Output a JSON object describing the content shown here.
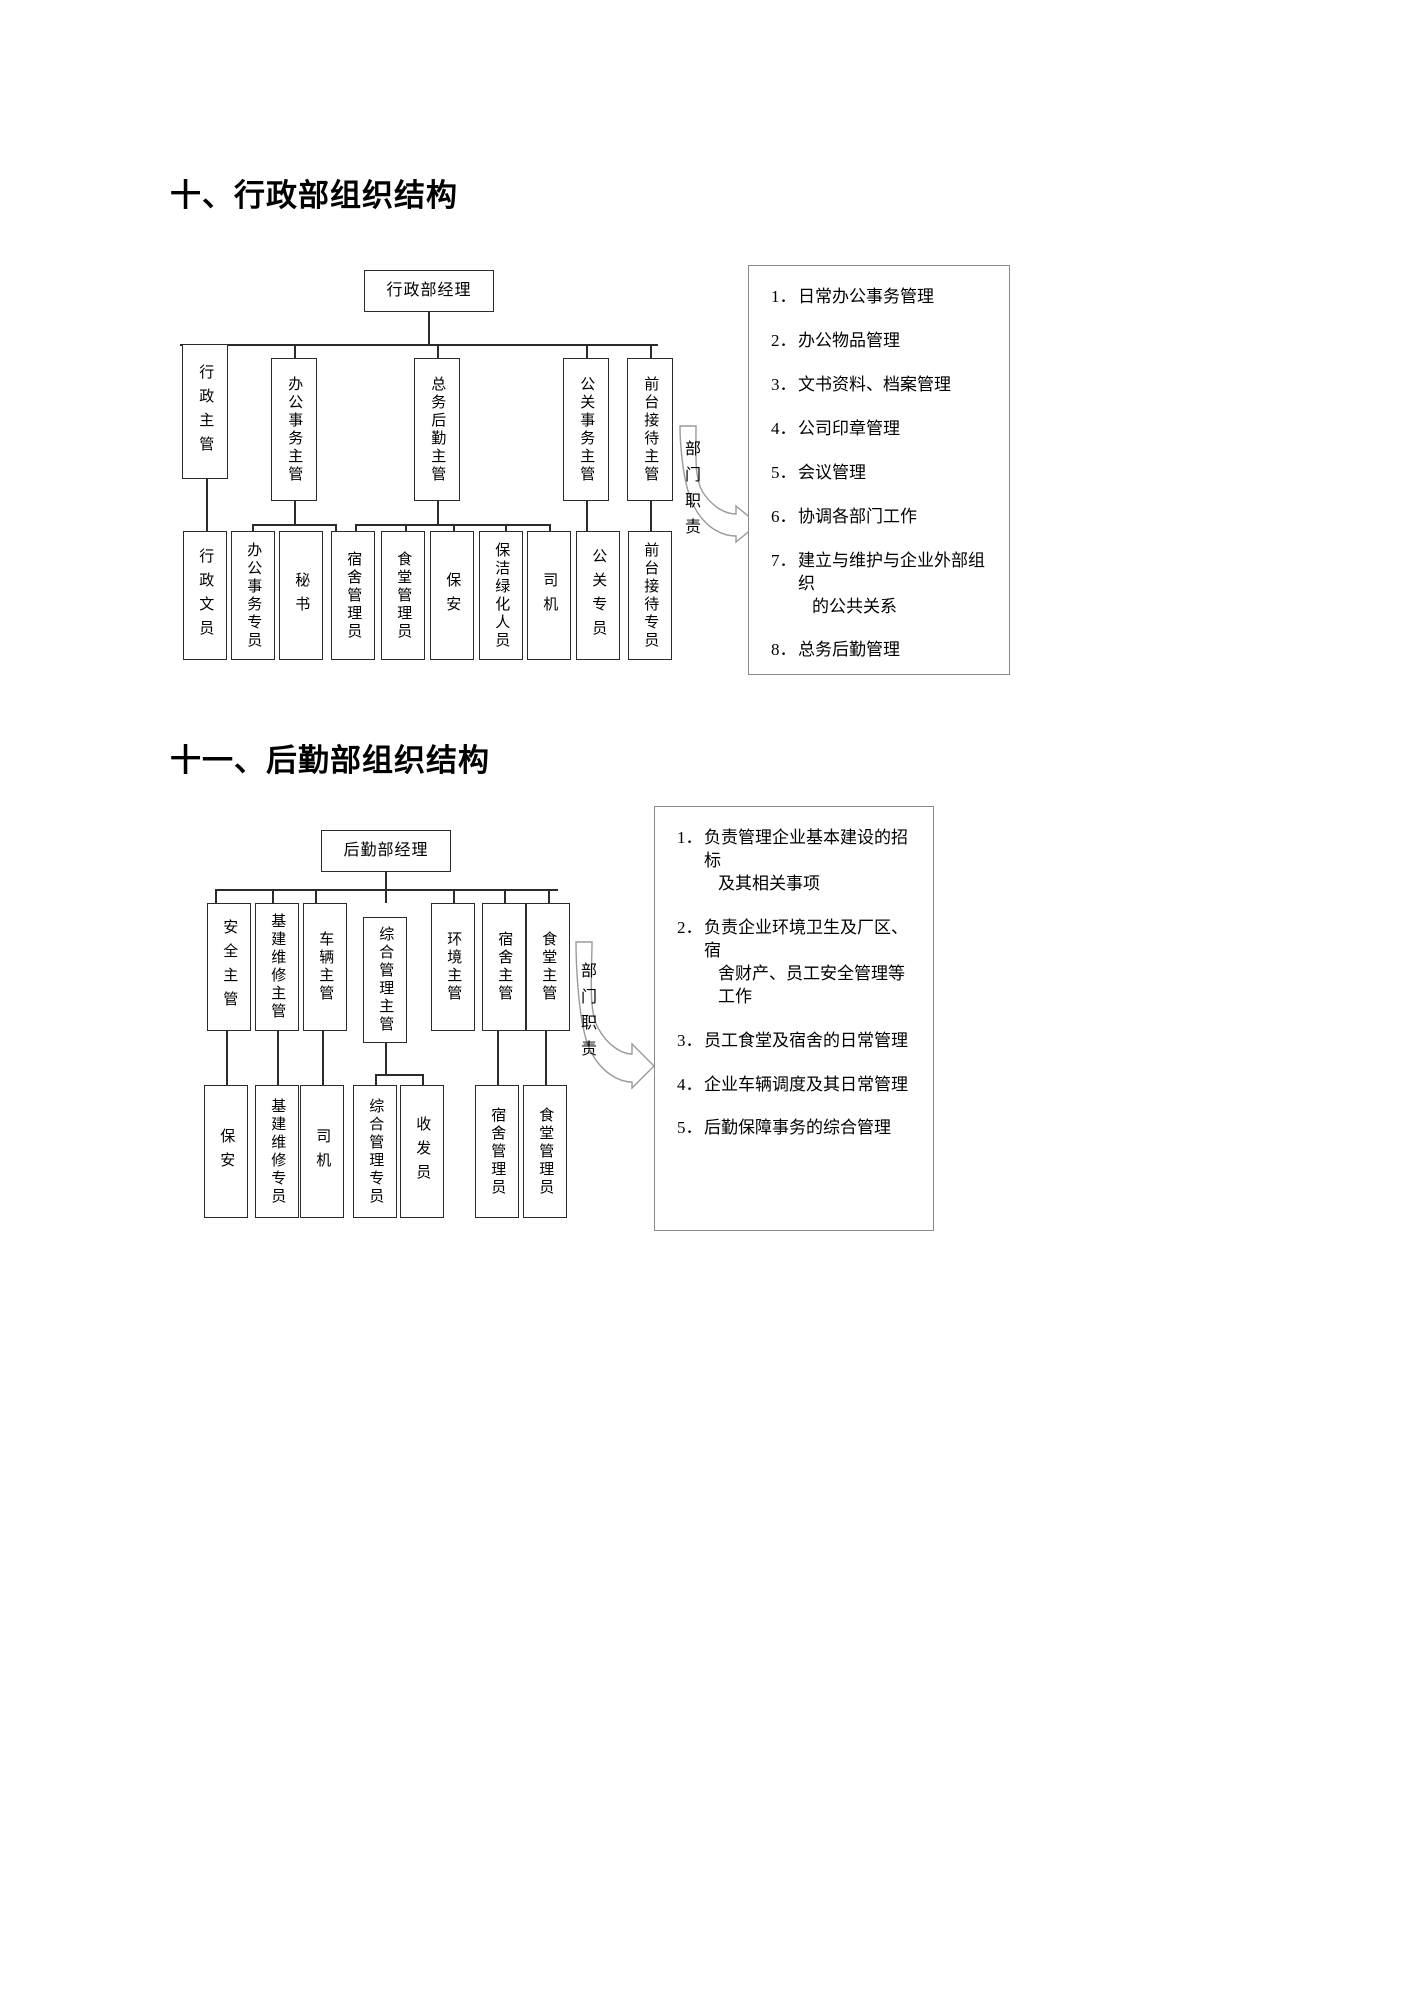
{
  "document": {
    "section_1": {
      "heading": "十、行政部组织结构",
      "top": "行政部经理",
      "arrow_label": "部门职责",
      "level2": [
        "行政主管",
        "办公事务主管",
        "总务后勤主管",
        "公关事务主管",
        "前台接待主管"
      ],
      "level3": [
        "行政文员",
        "办公事务专员",
        "秘书",
        "宿舍管理员",
        "食堂管理员",
        "保安",
        "保洁绿化人员",
        "司机",
        "公关专员",
        "前台接待专员"
      ],
      "responsibilities": [
        {
          "num": "1．",
          "text": "日常办公事务管理",
          "cont": ""
        },
        {
          "num": "2．",
          "text": "办公物品管理",
          "cont": ""
        },
        {
          "num": "3．",
          "text": "文书资料、档案管理",
          "cont": ""
        },
        {
          "num": "4．",
          "text": "公司印章管理",
          "cont": ""
        },
        {
          "num": "5．",
          "text": "会议管理",
          "cont": ""
        },
        {
          "num": "6．",
          "text": "协调各部门工作",
          "cont": ""
        },
        {
          "num": "7．",
          "text": "建立与维护与企业外部组织",
          "cont": "的公共关系"
        },
        {
          "num": "8．",
          "text": "总务后勤管理",
          "cont": ""
        }
      ]
    },
    "section_2": {
      "heading": "十一、后勤部组织结构",
      "top": "后勤部经理",
      "arrow_label": "部门职责",
      "level2": [
        "安全主管",
        "基建维修主管",
        "车辆主管",
        "综合管理主管",
        "环境主管",
        "宿舍主管",
        "食堂主管"
      ],
      "level3": [
        "保安",
        "基建维修专员",
        "司机",
        "综合管理专员",
        "收发员",
        "宿舍管理员",
        "食堂管理员"
      ],
      "responsibilities": [
        {
          "num": "1．",
          "text": "负责管理企业基本建设的招标",
          "cont": "及其相关事项"
        },
        {
          "num": "2．",
          "text": "负责企业环境卫生及厂区、宿",
          "cont": "舍财产、员工安全管理等工作"
        },
        {
          "num": "3．",
          "text": "员工食堂及宿舍的日常管理",
          "cont": ""
        },
        {
          "num": "4．",
          "text": "企业车辆调度及其日常管理",
          "cont": ""
        },
        {
          "num": "5．",
          "text": "后勤保障事务的综合管理",
          "cont": ""
        }
      ]
    }
  },
  "style": {
    "box_border": "#2b2b2b",
    "panel_border": "#8a8a8a",
    "text": "#000000",
    "background": "#ffffff"
  }
}
